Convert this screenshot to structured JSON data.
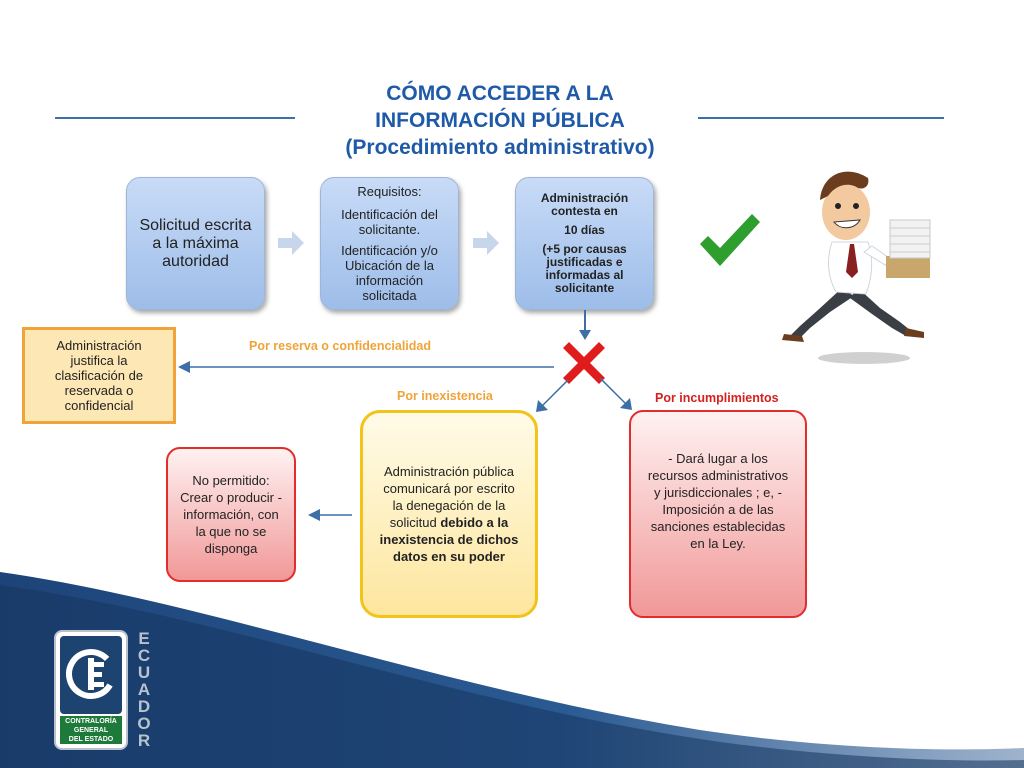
{
  "title": {
    "line1": "CÓMO ACCEDER A LA",
    "line2": "INFORMACIÓN PÚBLICA",
    "line3": "(Procedimiento administrativo)"
  },
  "steps": {
    "step1": "Solicitud escrita a la máxima autoridad",
    "step2": {
      "heading": "Requisitos:",
      "item1": "Identificación del solicitante.",
      "item2": "Identificación y/o Ubicación de la información solicitada"
    },
    "step3": {
      "line1": "Administración contesta en",
      "line2": "10 días",
      "line3": "(+5 por causas justificadas e informadas al solicitante"
    }
  },
  "branches": {
    "reserva": {
      "label": "Por reserva o confidencialidad",
      "text": "Administración justifica la clasificación de reservada o confidencial"
    },
    "inexistencia": {
      "label": "Por inexistencia",
      "text_normal": "Administración pública comunicará por escrito la denegación de la solicitud",
      "text_bold": "debido a la inexistencia de dichos datos en su poder"
    },
    "incumplimientos": {
      "label": "Por incumplimientos",
      "text": "- Dará lugar a los recursos administrativos y jurisdiccionales ; e, - Imposición a de las sanciones establecidas en la Ley."
    },
    "no_permitido": "No permitido: Crear o producir - información, con la que no se disponga"
  },
  "logo": {
    "vertical_text": "ECUADOR",
    "line1": "CONTRALORÍA",
    "line2": "GENERAL",
    "line3": "DEL ESTADO"
  },
  "colors": {
    "title": "#1f5aa8",
    "check": "#2e9e2e",
    "cross": "#e01b1b",
    "orange_label": "#f0a338",
    "red_label": "#d61f1f",
    "footer_blue": "#1b3f73"
  }
}
